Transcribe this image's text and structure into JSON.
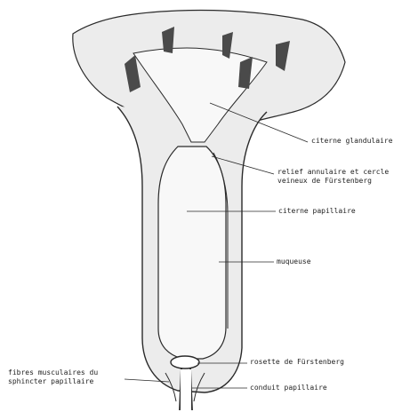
{
  "labels": {
    "citerne_glandulaire": "citerne glandulaire",
    "relief_line1": "relief annulaire et cercle",
    "relief_line2": "veineux de Fürstenberg",
    "citerne_papillaire": "citerne papillaire",
    "muqueuse": "muqueuse",
    "rosette": "rosette de Fürstenberg",
    "fibres_line1": "fibres musculaires du",
    "fibres_line2": "sphincter papillaire",
    "conduit": "conduit papillaire"
  },
  "colors": {
    "ink": "#2a2a2a",
    "tissue": "#ececec",
    "cavity": "#f8f8f8",
    "dark": "#4a4a4a"
  }
}
